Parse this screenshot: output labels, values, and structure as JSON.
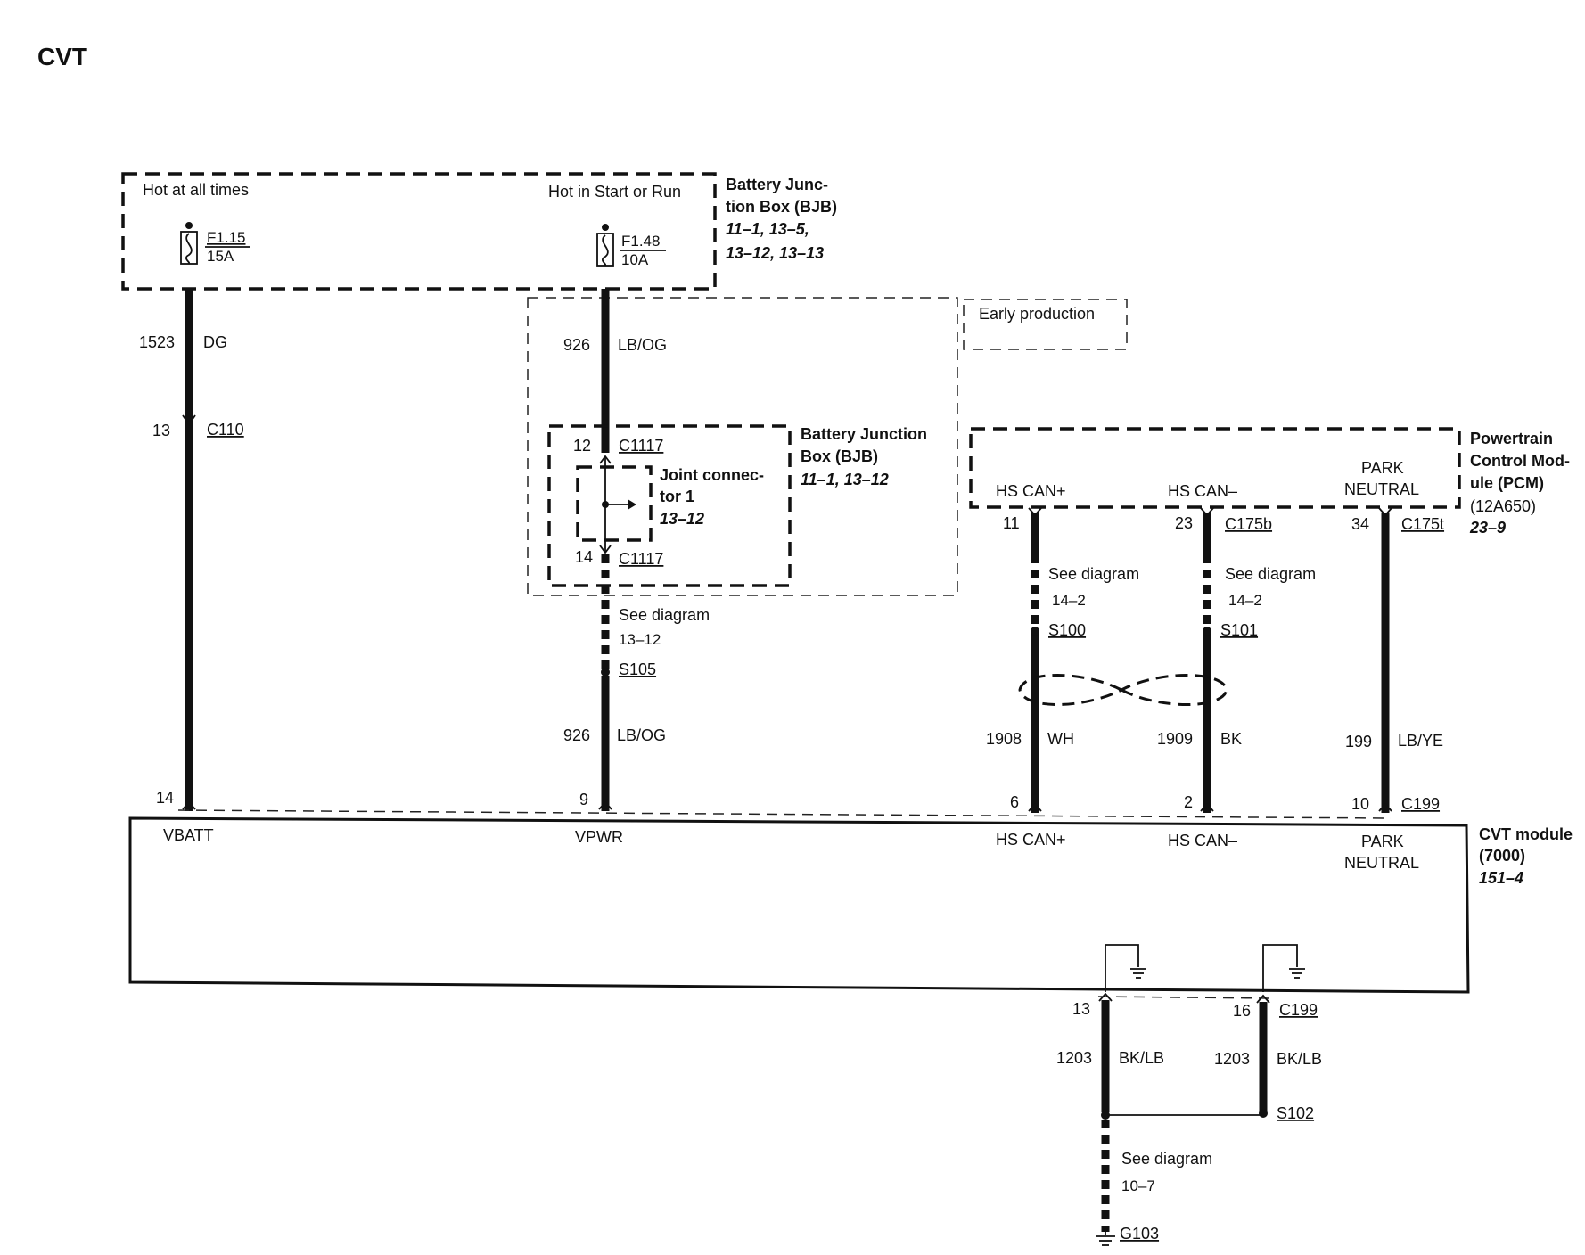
{
  "title": "CVT",
  "bjb_top": {
    "hot_always": "Hot at all times",
    "hot_start_run": "Hot in Start or Run",
    "name_line1": "Battery Junc-",
    "name_line2": "tion Box (BJB)",
    "ref_line1": "11–1, 13–5,",
    "ref_line2": "13–12, 13–13",
    "fuse1": {
      "id": "F1.15",
      "rating": "15A"
    },
    "fuse2": {
      "id": "F1.48",
      "rating": "10A"
    }
  },
  "early_production": "Early production",
  "bjb_inner": {
    "name_line1": "Battery Junction",
    "name_line2": "Box (BJB)",
    "ref": "11–1, 13–12",
    "pin_top": "12",
    "conn_top": "C1117",
    "pin_bottom": "14",
    "conn_bottom": "C1117"
  },
  "joint": {
    "line1": "Joint connec-",
    "line2": "tor 1",
    "ref": "13–12"
  },
  "pcm": {
    "name_line1": "Powertrain",
    "name_line2": "Control Mod-",
    "name_line3": "ule (PCM)",
    "part": "(12A650)",
    "ref": "23–9",
    "pin_can_plus": "HS CAN+",
    "pin_can_minus": "HS CAN–",
    "pin_park_1": "PARK",
    "pin_park_2": "NEUTRAL"
  },
  "wires": {
    "vbatt_circuit": "1523",
    "vbatt_color": "DG",
    "c110_pin": "13",
    "c110": "C110",
    "vpwr_circuit_top": "926",
    "vpwr_color_top": "LB/OG",
    "vpwr_see": "See diagram",
    "vpwr_see_ref": "13–12",
    "s105": "S105",
    "vpwr_circuit_bottom": "926",
    "vpwr_color_bottom": "LB/OG",
    "canp_pin_top": "11",
    "canp_see": "See diagram",
    "canp_see_ref": "14–2",
    "s100": "S100",
    "canp_circuit": "1908",
    "canp_color": "WH",
    "canm_pin_top": "23",
    "c175b": "C175b",
    "canm_see": "See diagram",
    "canm_see_ref": "14–2",
    "s101": "S101",
    "canm_circuit": "1909",
    "canm_color": "BK",
    "park_pin_top": "34",
    "c175t": "C175t",
    "park_circuit": "199",
    "park_color": "LB/YE"
  },
  "cvt": {
    "name_line1": "CVT module",
    "name_line2": "(7000)",
    "ref": "151–4",
    "pin_vbatt_num": "14",
    "pin_vbatt": "VBATT",
    "pin_vpwr_num": "9",
    "pin_vpwr": "VPWR",
    "pin_canp_num": "6",
    "pin_canp": "HS CAN+",
    "pin_canm_num": "2",
    "pin_canm": "HS CAN–",
    "pin_park_num": "10",
    "c199": "C199",
    "pin_park_1": "PARK",
    "pin_park_2": "NEUTRAL"
  },
  "ground": {
    "pin_a": "13",
    "pin_b": "16",
    "c199": "C199",
    "circuit_a": "1203",
    "color_a": "BK/LB",
    "circuit_b": "1203",
    "color_b": "BK/LB",
    "s102": "S102",
    "see": "See diagram",
    "see_ref": "10–7",
    "g103": "G103"
  }
}
